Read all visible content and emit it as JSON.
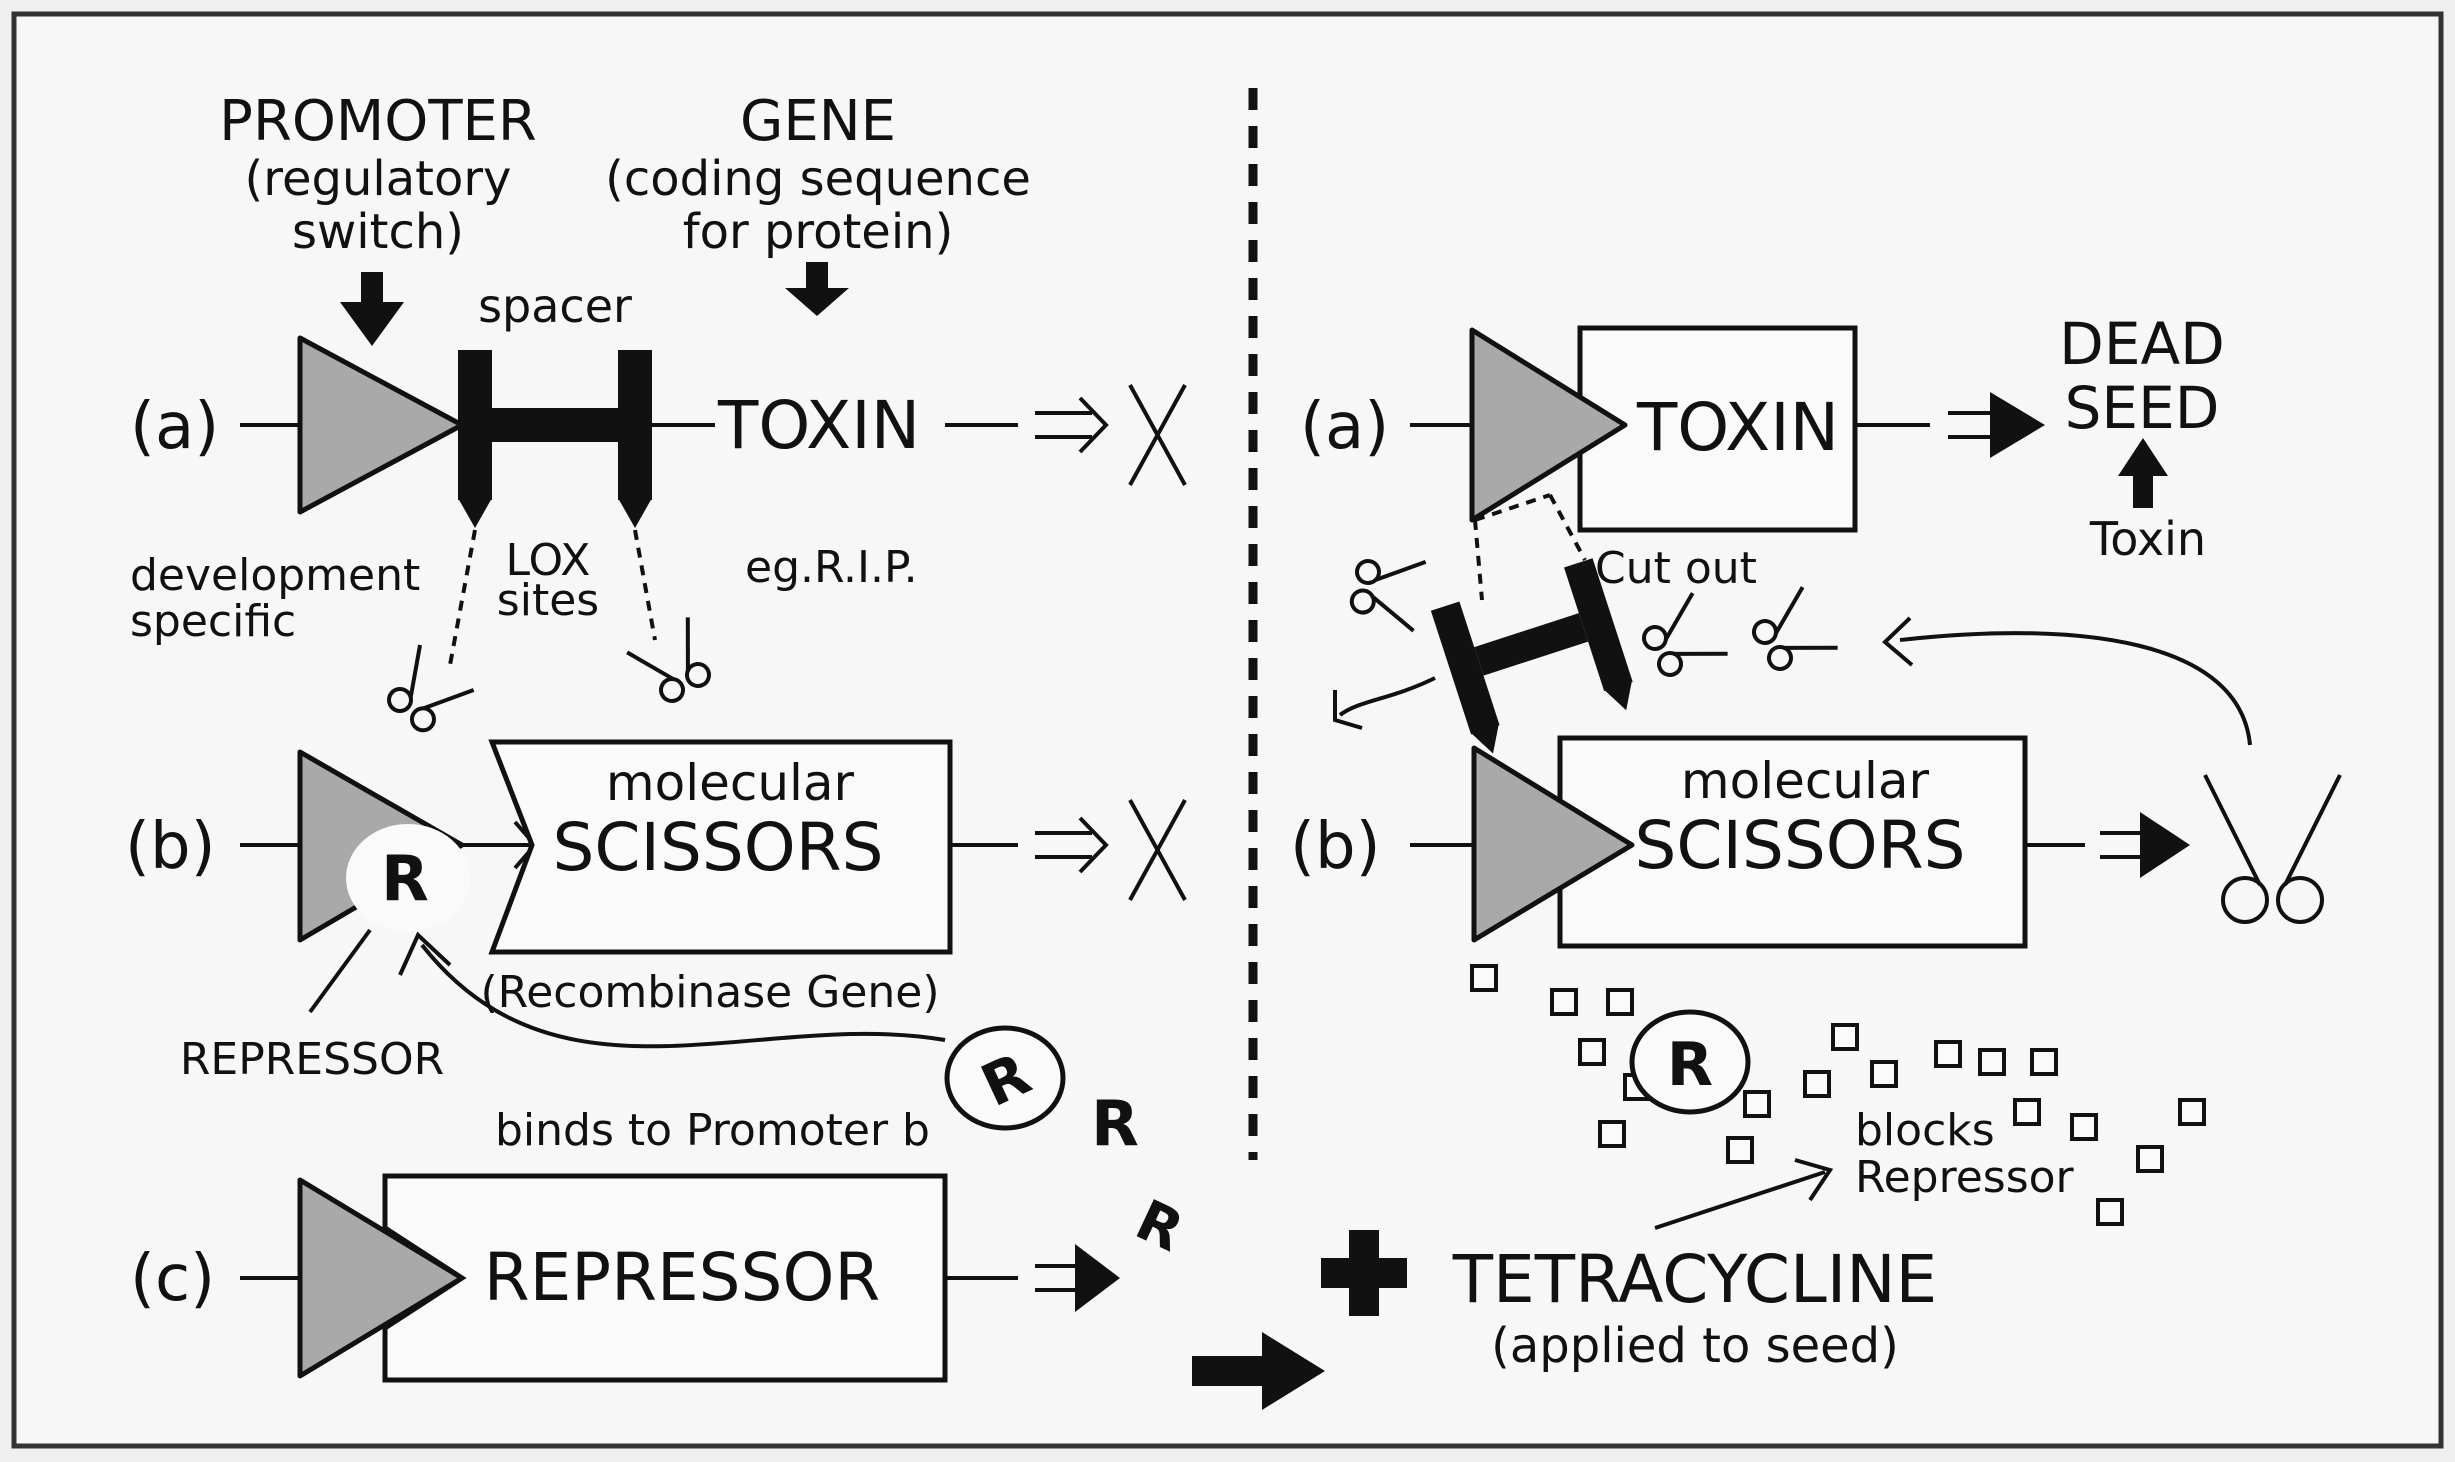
{
  "left": {
    "header_promoter": "PROMOTER",
    "header_promoter_sub1": "(regulatory",
    "header_promoter_sub2": "switch)",
    "header_gene": "GENE",
    "header_gene_sub1": "(coding sequence",
    "header_gene_sub2": "for protein)",
    "spacer_label": "spacer",
    "a_label": "(a)",
    "a_gene": "TOXIN",
    "dev1": "development",
    "dev2": "specific",
    "lox1": "LOX",
    "lox2": "sites",
    "eg": "eg.R.I.P.",
    "b_label": "(b)",
    "b_box1": "molecular",
    "b_box2": "SCISSORS",
    "b_sub": "(Recombinase Gene)",
    "r_letter": "R",
    "repressor_label": "REPRESSOR",
    "binds": "binds to Promoter b",
    "c_label": "(c)",
    "c_box": "REPRESSOR"
  },
  "right": {
    "a_label": "(a)",
    "a_gene": "TOXIN",
    "dead1": "DEAD",
    "dead2": "SEED",
    "toxin_label": "Toxin",
    "cut_out": "Cut out",
    "b_label": "(b)",
    "b_box1": "molecular",
    "b_box2": "SCISSORS",
    "r_letter": "R",
    "blocks1": "blocks",
    "blocks2": "Repressor",
    "tetra": "TETRACYCLINE",
    "tetra_sub": "(applied to seed)"
  },
  "colors": {
    "promoter_fill": "#a9a9a9",
    "ink": "#111111",
    "paper": "#fafafa"
  }
}
